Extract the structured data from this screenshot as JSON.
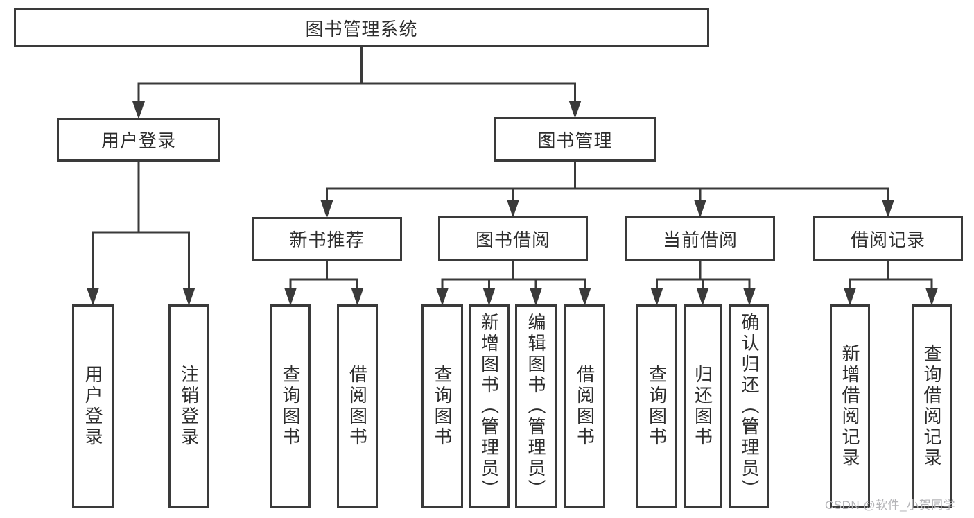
{
  "colors": {
    "background": "#ffffff",
    "line": "#3a3a3a",
    "box_border": "#3a3a3a",
    "text": "#2d2d2d",
    "watermark": "#b5b5b8"
  },
  "watermark": {
    "text": "CSDN @软件_小贺同学"
  },
  "diagram": {
    "title": "图书管理系统",
    "nodes": [
      {
        "id": "root",
        "label": "图书管理系统",
        "level": 1,
        "parent": null
      },
      {
        "id": "user-login",
        "label": "用户登录",
        "level": 2,
        "parent": "root"
      },
      {
        "id": "book-mgmt",
        "label": "图书管理",
        "level": 2,
        "parent": "root"
      },
      {
        "id": "new-book-rec",
        "label": "新书推荐",
        "level": 3,
        "parent": "book-mgmt"
      },
      {
        "id": "book-borrow",
        "label": "图书借阅",
        "level": 3,
        "parent": "book-mgmt"
      },
      {
        "id": "current-borrow",
        "label": "当前借阅",
        "level": 3,
        "parent": "book-mgmt"
      },
      {
        "id": "borrow-records",
        "label": "借阅记录",
        "level": 3,
        "parent": "book-mgmt"
      },
      {
        "id": "leaf-ul-login",
        "label": "用户登录",
        "level": 4,
        "parent": "user-login"
      },
      {
        "id": "leaf-ul-logout",
        "label": "注销登录",
        "level": 4,
        "parent": "user-login"
      },
      {
        "id": "leaf-nr-query",
        "label": "查询图书",
        "level": 4,
        "parent": "new-book-rec"
      },
      {
        "id": "leaf-nr-borrow",
        "label": "借阅图书",
        "level": 4,
        "parent": "new-book-rec"
      },
      {
        "id": "leaf-bb-query",
        "label": "查询图书",
        "level": 4,
        "parent": "book-borrow"
      },
      {
        "id": "leaf-bb-add",
        "label": "新增图书（管理员）",
        "level": 4,
        "parent": "book-borrow"
      },
      {
        "id": "leaf-bb-edit",
        "label": "编辑图书（管理员）",
        "level": 4,
        "parent": "book-borrow"
      },
      {
        "id": "leaf-bb-borrow",
        "label": "借阅图书",
        "level": 4,
        "parent": "book-borrow"
      },
      {
        "id": "leaf-cb-query",
        "label": "查询图书",
        "level": 4,
        "parent": "current-borrow"
      },
      {
        "id": "leaf-cb-return",
        "label": "归还图书",
        "level": 4,
        "parent": "current-borrow"
      },
      {
        "id": "leaf-cb-confirm",
        "label": "确认归还（管理员）",
        "level": 4,
        "parent": "current-borrow"
      },
      {
        "id": "leaf-br-add",
        "label": "新增借阅记录",
        "level": 4,
        "parent": "borrow-records"
      },
      {
        "id": "leaf-br-query",
        "label": "查询借阅记录",
        "level": 4,
        "parent": "borrow-records"
      }
    ]
  }
}
